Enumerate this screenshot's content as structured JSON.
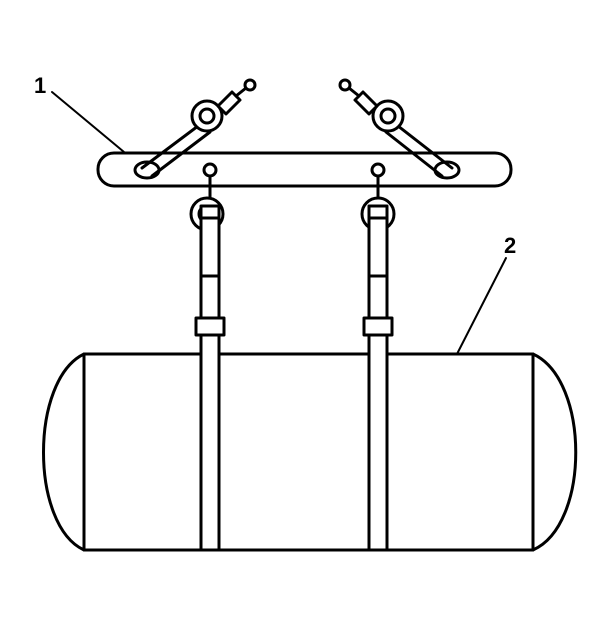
{
  "diagram": {
    "callouts": [
      {
        "number": "1",
        "refers_to": "lifting-bar"
      },
      {
        "number": "2",
        "refers_to": "fuel-tank"
      }
    ],
    "colors": {
      "ink": "#000000",
      "background": "#ffffff"
    }
  }
}
